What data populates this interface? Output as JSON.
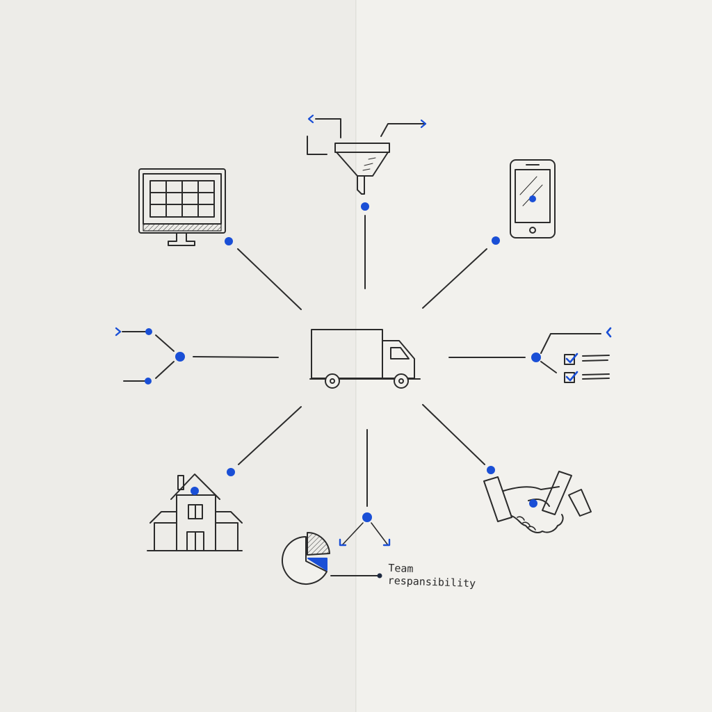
{
  "diagram": {
    "center": {
      "icon": "delivery-truck-icon"
    },
    "nodes": [
      {
        "id": "funnel",
        "icon": "funnel-icon",
        "position": "top"
      },
      {
        "id": "mobile",
        "icon": "smartphone-icon",
        "position": "top-right"
      },
      {
        "id": "checklist",
        "icon": "checklist-icon",
        "position": "right"
      },
      {
        "id": "handshake",
        "icon": "handshake-icon",
        "position": "bottom-right"
      },
      {
        "id": "pie-chart",
        "icon": "pie-chart-icon",
        "position": "bottom"
      },
      {
        "id": "house",
        "icon": "house-icon",
        "position": "bottom-left"
      },
      {
        "id": "branch",
        "icon": "branch-arrows-icon",
        "position": "left"
      },
      {
        "id": "monitor",
        "icon": "monitor-grid-icon",
        "position": "top-left"
      }
    ],
    "annotation": {
      "line1": "Team",
      "line2": "respansibility"
    },
    "colors": {
      "ink": "#2b2b2b",
      "accent": "#1a4fd6",
      "paper": "#efeeea"
    }
  }
}
